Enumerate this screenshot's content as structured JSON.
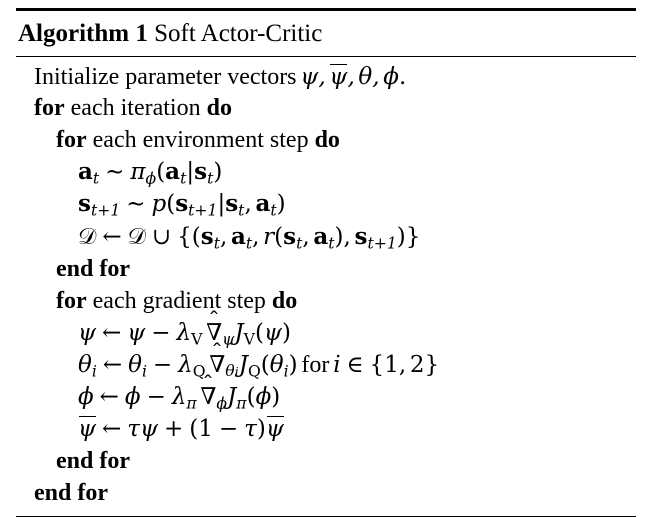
{
  "caption": {
    "label": "Algorithm 1",
    "title": "Soft Actor-Critic"
  },
  "lines": {
    "initialize": {
      "text": "Initialize parameter vectors",
      "math": "ψ, ψ̄, θ, φ."
    },
    "for_iteration": {
      "kw_for": "for",
      "text": "each iteration",
      "kw_do": "do"
    },
    "for_env_step": {
      "kw_for": "for",
      "text": "each environment step",
      "kw_do": "do"
    },
    "sample_action": {
      "math": "a_t ~ π_φ(a_t|s_t)"
    },
    "sample_state": {
      "math": "s_{t+1} ~ p(s_{t+1}|s_t, a_t)"
    },
    "buffer_update": {
      "math": "D ← D ∪ {(s_t, a_t, r(s_t, a_t), s_{t+1})}"
    },
    "end_for_env": {
      "text": "end for"
    },
    "for_grad_step": {
      "kw_for": "for",
      "text": "each gradient step",
      "kw_do": "do"
    },
    "update_psi": {
      "math": "ψ ← ψ − λ_V ∇̂_ψ J_V(ψ)"
    },
    "update_theta": {
      "math": "θ_i ← θ_i − λ_Q ∇̂_{θ_i} J_Q(θ_i)",
      "suffix_for": "for",
      "suffix_math": "i ∈ {1, 2}"
    },
    "update_phi": {
      "math": "φ ← φ − λ_π ∇̂_φ J_π(φ)"
    },
    "update_target": {
      "math": "ψ̄ ← τψ + (1 − τ)ψ̄"
    },
    "end_for_grad": {
      "text": "end for"
    },
    "end_for_iteration": {
      "text": "end for"
    }
  },
  "symbols": {
    "psi": "ψ",
    "psi_bar": "ψ̄",
    "theta": "θ",
    "phi": "φ",
    "pi": "π",
    "lambda": "λ",
    "tau": "τ",
    "nabla": "∇",
    "sim": "∼",
    "gets": "←",
    "cup": "∪",
    "in": "∈",
    "minus": "−",
    "plus": "+",
    "script_d": "𝒟",
    "comma": ",",
    "period": ".",
    "mid": "|"
  },
  "colors": {
    "ink": "#000000",
    "paper": "#ffffff"
  }
}
